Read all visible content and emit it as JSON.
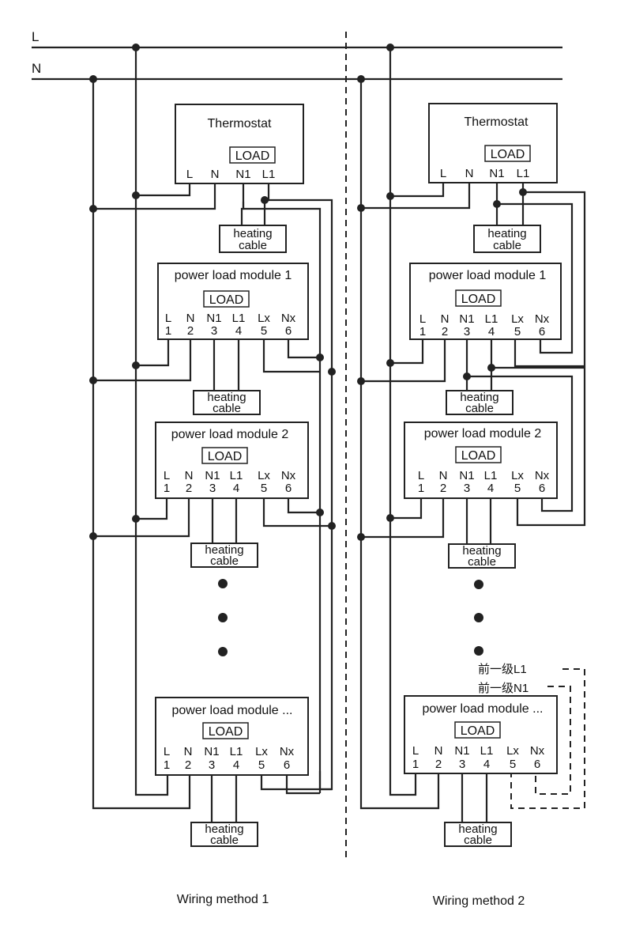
{
  "supply": {
    "line_label": "L",
    "neutral_label": "N"
  },
  "thermostat": {
    "title": "Thermostat",
    "load": "LOAD",
    "terminals": [
      "L",
      "N",
      "N1",
      "L1"
    ]
  },
  "module": {
    "load": "LOAD",
    "terminal_names": [
      "L",
      "N",
      "N1",
      "L1",
      "Lx",
      "Nx"
    ],
    "terminal_numbers": [
      "1",
      "2",
      "3",
      "4",
      "5",
      "6"
    ]
  },
  "method1": {
    "caption": "Wiring method 1",
    "module_titles": [
      "power load module 1",
      "power load module 2",
      "power load module ..."
    ]
  },
  "method2": {
    "caption": "Wiring method 2",
    "module_titles": [
      "power load module 1",
      "power load module 2",
      "power load module ..."
    ],
    "prev_L1": "前一级L1",
    "prev_N1": "前一级N1"
  },
  "heating_cable": {
    "line1": "heating",
    "line2": "cable"
  }
}
